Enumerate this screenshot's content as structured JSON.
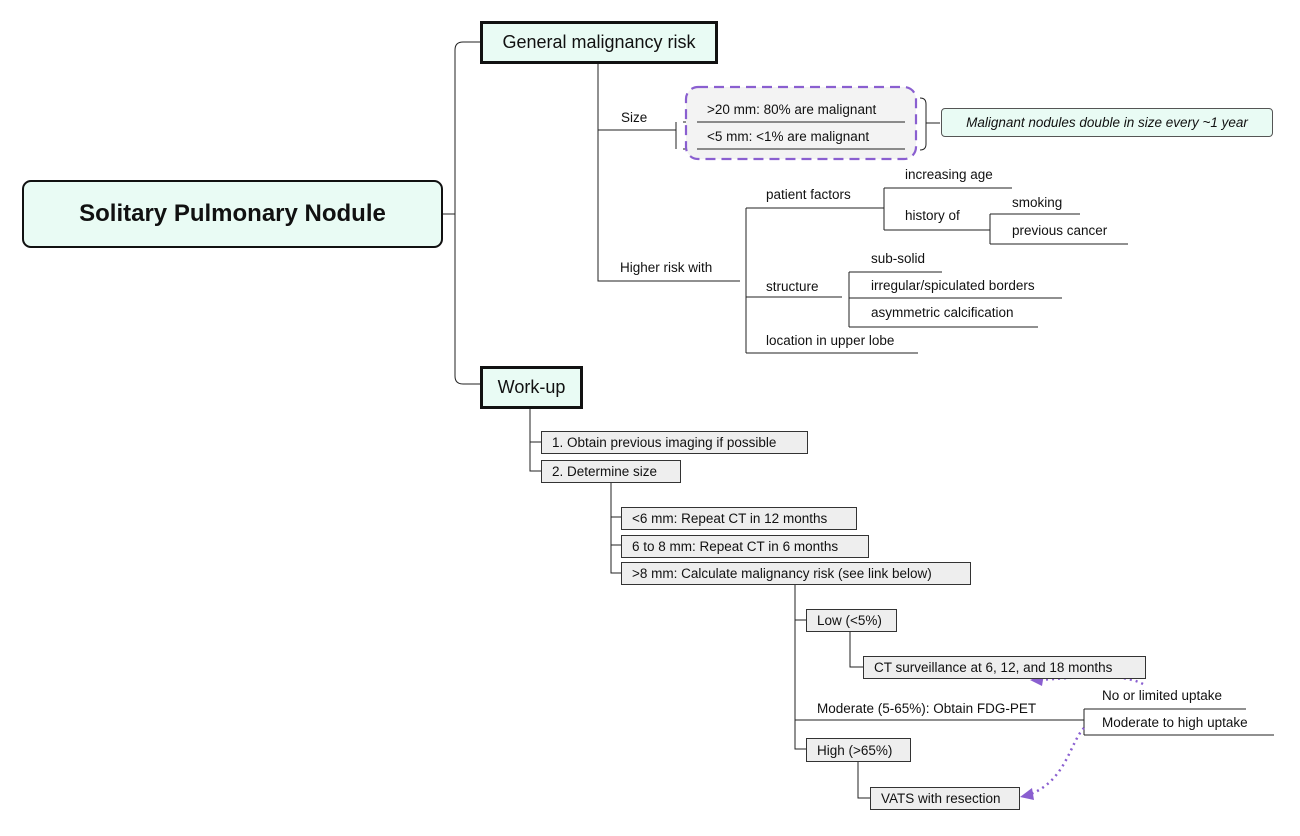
{
  "root": {
    "title": "Solitary Pulmonary Nodule"
  },
  "risk": {
    "title": "General malignancy risk",
    "size": {
      "label": "Size",
      "items": [
        ">20 mm: 80% are malignant",
        "<5 mm: <1% are malignant"
      ],
      "note": "Malignant nodules double in size every ~1 year"
    },
    "higher": {
      "label": "Higher risk with",
      "patient": {
        "label": "patient factors",
        "age": "increasing age",
        "history": {
          "label": "history of",
          "items": [
            "smoking",
            "previous cancer"
          ]
        }
      },
      "structure": {
        "label": "structure",
        "items": [
          "sub-solid",
          "irregular/spiculated borders",
          "asymmetric calcification"
        ]
      },
      "location": "location in upper lobe"
    }
  },
  "workup": {
    "title": "Work-up",
    "steps": [
      "1. Obtain previous imaging if possible",
      "2. Determine size"
    ],
    "size_branches": [
      "<6 mm: Repeat CT in 12 months",
      "6 to 8 mm: Repeat CT in 6 months",
      ">8 mm: Calculate malignancy risk (see link below)"
    ],
    "risk_levels": {
      "low": "Low (<5%)",
      "low_action": "CT surveillance at 6, 12, and 18 months",
      "moderate": "Moderate (5-65%): Obtain FDG-PET",
      "uptake": [
        "No or limited uptake",
        "Moderate to high uptake"
      ],
      "high": "High (>65%)",
      "high_action": "VATS with resection"
    }
  },
  "colors": {
    "node_fill": "#e9fbf4",
    "box_fill": "#eeeeee",
    "dashed_group": "#8a5fd0",
    "arrow": "#8a5fd0"
  }
}
